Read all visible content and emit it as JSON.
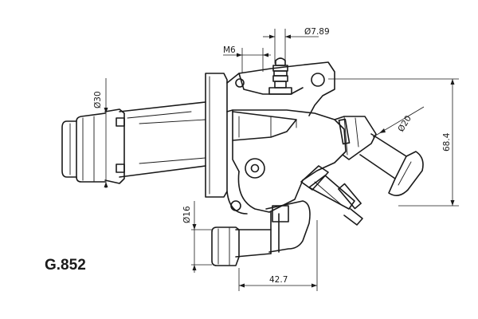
{
  "part_number": "G.852",
  "dimensions": {
    "diameter_7_89": "Ø7.89",
    "thread_m6": "M6",
    "diameter_30": "Ø30",
    "diameter_20": "Ø20",
    "height_68_4": "68.4",
    "diameter_16": "Ø16",
    "width_42_7": "42.7"
  }
}
